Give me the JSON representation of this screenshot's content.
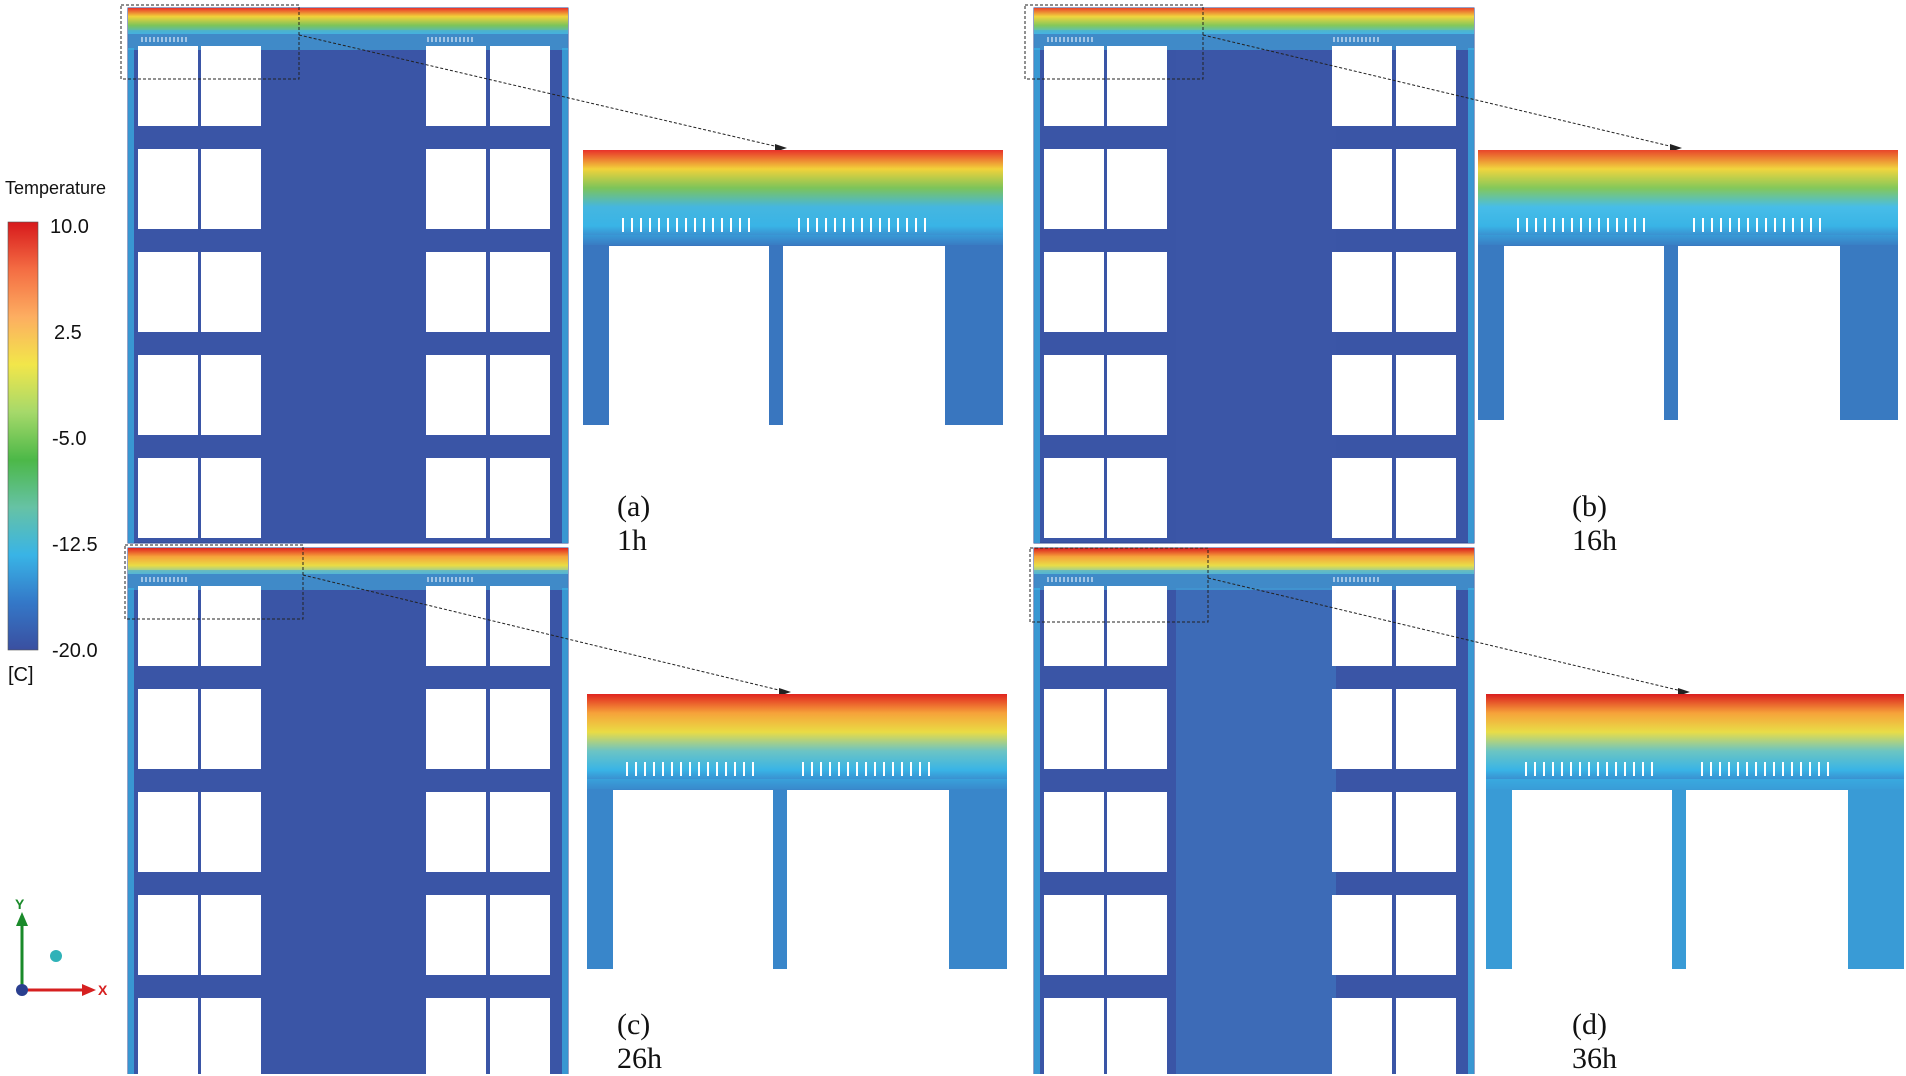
{
  "legend": {
    "title": "Temperature",
    "ticks": [
      "10.0",
      "2.5",
      "-5.0",
      "-12.5",
      "-20.0"
    ],
    "unit": "[C]",
    "colors": [
      "#d7191c",
      "#f46d43",
      "#fdae61",
      "#f2e64a",
      "#a6d96a",
      "#4cb848",
      "#66c2a5",
      "#39b4e6",
      "#3478c8",
      "#3a4fa0"
    ]
  },
  "axes": {
    "x_label": "X",
    "y_label": "Y"
  },
  "panels": [
    {
      "caption": "(a) 1h",
      "top_band": [
        "#e8312a",
        "#f2d23a",
        "#7cc45a",
        "#45b6e0"
      ],
      "lower_tint": "#3a55a6",
      "inset_shade": 0.25
    },
    {
      "caption": "(b) 16h",
      "top_band": [
        "#e8452a",
        "#f1d53e",
        "#84c85a",
        "#47bde8"
      ],
      "lower_tint": "#3c58a8",
      "inset_shade": 0.3
    },
    {
      "caption": "(c) 26h",
      "top_band": [
        "#e0241f",
        "#f6a23a",
        "#eadc44",
        "#6cc4c4"
      ],
      "lower_tint": "#3a55a6",
      "inset_shade": 0.45
    },
    {
      "caption": "(d) 36h",
      "top_band": [
        "#da1e1e",
        "#f6a23a",
        "#e9dd47",
        "#6cc5c2"
      ],
      "lower_tint": "#3f7dc4",
      "inset_shade": 0.7
    }
  ]
}
